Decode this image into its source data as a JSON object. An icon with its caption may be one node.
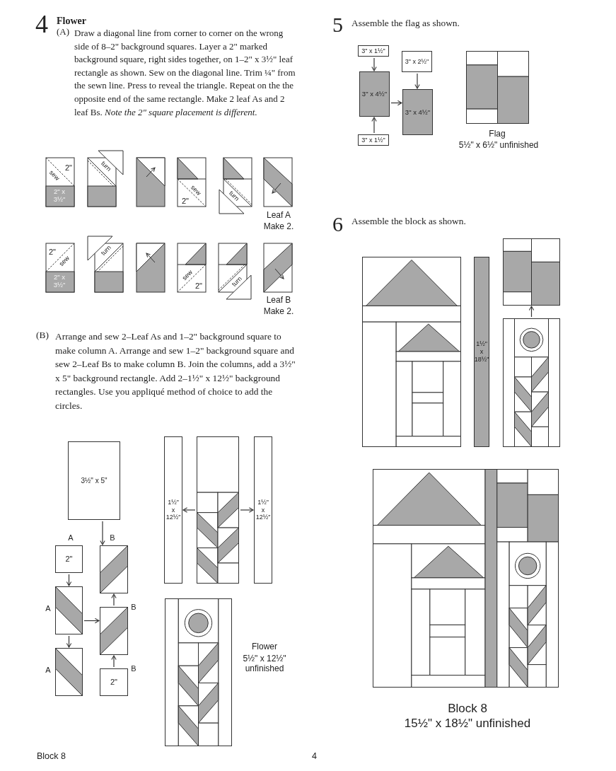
{
  "diagram": {
    "nodes": [
      {
        "text": [
          "3½\" x 5\""
        ]
      },
      {
        "text": [
          "2\""
        ]
      },
      {
        "text": [],
        "shape": "box",
        "beside": [
          "A"
        ]
      },
      {
        "text": [],
        "shape": "box",
        "beside": [
          "A"
        ]
      },
      {
        "text": [],
        "shape": "box"
      },
      {
        "text": [],
        "shape": "box",
        "beside": [
          "B"
        ]
      },
      {
        "text": [
          "2\""
        ],
        "beside": [
          "B"
        ]
      },
      {
        "text": [
          "1½\" x 12½\""
        ]
      },
      {
        "text": [],
        "shape": "box"
      },
      {
        "text": [
          "1½\" x 12½\""
        ]
      },
      {
        "text": [],
        "shape": "box",
        "beside": [
          "Flower",
          "5½\" x 12½\" unfinished"
        ]
      },
      {
        "text": [
          "3\" x 1½\""
        ]
      },
      {
        "text": [
          "3\" x 4½\""
        ]
      },
      {
        "text": [
          "3\" x 1½\""
        ]
      },
      {
        "text": [
          "3\" x 2½\""
        ]
      },
      {
        "text": [
          "3\" x 4½\""
        ]
      },
      {
        "text": [],
        "shape": "box",
        "beside": [
          "Flag",
          "5½\" x 6½\" unfinished"
        ]
      },
      {
        "text": [],
        "shape": "box"
      },
      {
        "text": [
          "1½\" x 18½\""
        ]
      },
      {
        "text": [],
        "shape": "box"
      },
      {
        "text": [],
        "shape": "box"
      },
      {
        "text": [],
        "shape": "box",
        "beside": [
          "Block 8",
          "15½\" x 18½\" unfinished"
        ]
      }
    ],
    "edges": [
      {
        "from": 0,
        "to": 4,
        "arrow": "to"
      },
      {
        "from": 1,
        "to": 2,
        "arrow": "to"
      },
      {
        "from": 2,
        "to": 3,
        "arrow": "to"
      },
      {
        "from": 2,
        "to": 5,
        "arrow": "to"
      },
      {
        "from": 6,
        "to": 5,
        "arrow": "to"
      },
      {
        "from": 5,
        "to": 4,
        "arrow": "to"
      },
      {
        "from": 8,
        "to": 7,
        "arrow": "to"
      },
      {
        "from": 8,
        "to": 9,
        "arrow": "to"
      },
      {
        "from": 11,
        "to": 12,
        "arrow": "to"
      },
      {
        "from": 13,
        "to": 12,
        "arrow": "to"
      },
      {
        "from": 14,
        "to": 15,
        "arrow": "to"
      },
      {
        "from": 12,
        "to": 15,
        "arrow": "to"
      },
      {
        "from": 20,
        "to": 19,
        "arrow": "to"
      }
    ],
    "labels": [
      "4",
      "Flower",
      "(A)",
      "Draw a diagonal line from corner to corner on the wrong side of 8–2\" background squares. Layer a 2\" marked background square, right sides together, on 1–2\" x 3½\" leaf rectangle as shown. Sew on the diagonal line. Trim ¼\" from the sewn line. Press to reveal the triangle. Repeat on the the opposite end of the same rectangle. Make 2 leaf As and 2 leaf Bs. *Note the 2\" square placement is different.*",
      "2\"",
      "sew",
      "2\" x 3½\"",
      "turn",
      "sew",
      "2\"",
      "turn",
      "Leaf A",
      "Make 2.",
      "2\"",
      "sew",
      "2\" x 3½\"",
      "turn",
      "sew",
      "2\"",
      "turn",
      "Leaf B",
      "Make 2.",
      "(B)",
      "Arrange and sew 2–Leaf As and 1–2\" background square to make column A. Arrange and sew 1–2\" background square and sew 2–Leaf Bs to make column B. Join the columns, add a 3½\" x 5\" background rectangle. Add 2–1½\" x 12½\" background rectangles. Use you appliqué method of choice to add the circles.",
      "A",
      "B",
      "5",
      "Assemble the flag as shown.",
      "6",
      "Assemble the block as shown.",
      "Block 8",
      "4"
    ]
  }
}
